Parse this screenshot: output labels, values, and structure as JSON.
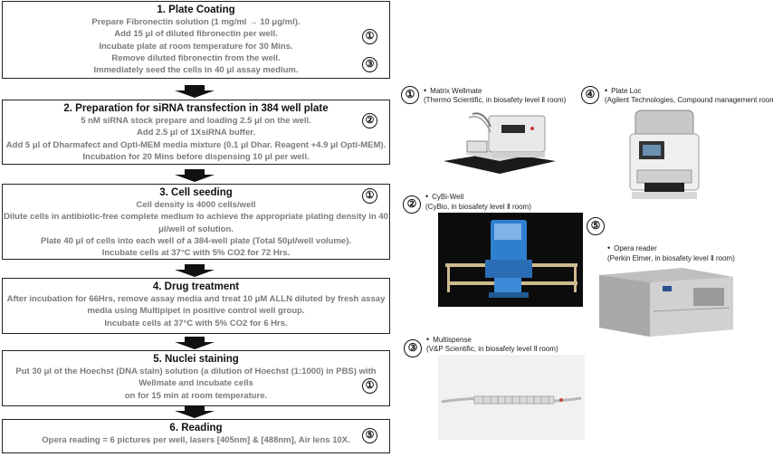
{
  "steps": [
    {
      "title": "1. Plate Coating",
      "lines": [
        "Prepare Fibronectin solution (1 mg/ml → 10 μg/ml).",
        "Add 15 μl of diluted fibronectin per well.",
        "Incubate plate at room temperature for 30 Mins.",
        "Remove diluted fibronectin from the well.",
        "Immediately seed the cells in 40 μl assay medium."
      ],
      "markers": [
        "①",
        "③"
      ]
    },
    {
      "title": "2. Preparation for siRNA transfection in 384 well plate",
      "lines": [
        "5 nM siRNA stock prepare and loading 2.5 μl on the well.",
        "Add 2.5 μl of 1XsiRNA buffer.",
        "Add 5 μl of Dharmafect and Opti-MEM media mixture (0.1 μl Dhar. Reagent +4.9 μl Opti-MEM).",
        "Incubation for 20 Mins before dispensing 10 μl per well."
      ],
      "markers": [
        "②"
      ]
    },
    {
      "title": "3. Cell seeding",
      "lines": [
        "Cell density is 4000 cells/well",
        "Dilute cells in antibiotic-free complete medium to achieve the appropriate plating density in 40",
        "μl/well of solution.",
        "Plate 40 μl of cells into each well of a 384-well plate (Total 50μl/well volume).",
        "Incubate cells at 37°C with 5% CO2 for 72 Hrs."
      ],
      "markers": [
        "①"
      ]
    },
    {
      "title": "4. Drug treatment",
      "lines": [
        "After incubation for 66Hrs, remove assay media and treat 10 μM ALLN diluted by fresh assay",
        "media using Multipipet in positive control well group.",
        "Incubate cells at 37°C with 5% CO2 for 6 Hrs."
      ],
      "markers": []
    },
    {
      "title": "5. Nuclei staining",
      "lines": [
        "Put 30 μl of the Hoechst (DNA stain) solution (a dilution of Hoechst (1:1000) in PBS) with",
        "Wellmate and incubate cells",
        "on for 15 min at room temperature."
      ],
      "markers": [
        "①"
      ]
    },
    {
      "title": "6. Reading",
      "lines": [
        "Opera reading = 6 pictures per well, lasers [405nm] & [488nm], Air lens 10X."
      ],
      "markers": [
        "⑤"
      ]
    }
  ],
  "devices": [
    {
      "num": "①",
      "bullet": "•",
      "name": "Matrix Wellmate",
      "info": "(Thermo Scientific, in biosafety level Ⅱ room)"
    },
    {
      "num": "②",
      "bullet": "•",
      "name": "CyBi-Well",
      "info": "(CyBio, in biosafety level Ⅱ room)"
    },
    {
      "num": "③",
      "bullet": "•",
      "name": "Multispense",
      "info": "(V&P Scientific, in biosafety level Ⅱ room)"
    },
    {
      "num": "④",
      "bullet": "•",
      "name": "Plate Loc",
      "info": "(Agilent Technologies, Compound management room)"
    },
    {
      "num": "⑤",
      "bullet": "•",
      "name": "Opera reader",
      "info": "(Perkin Elmer, in biosafety level Ⅱ room)"
    }
  ]
}
